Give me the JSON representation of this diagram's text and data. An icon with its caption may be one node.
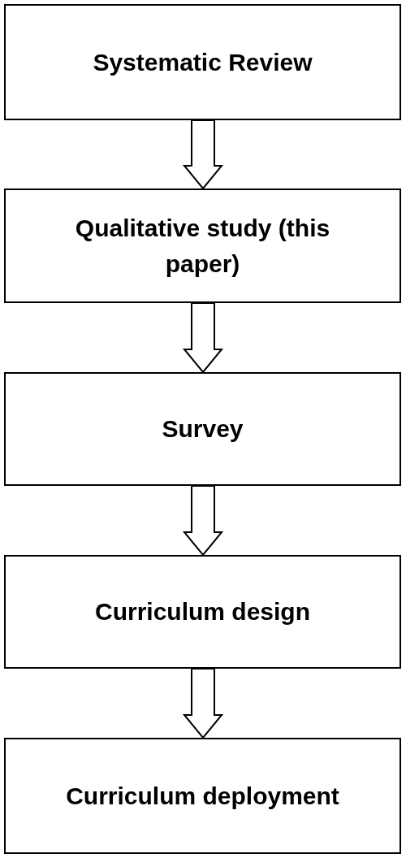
{
  "diagram": {
    "nodes": [
      {
        "text": [
          "Systematic Review"
        ]
      },
      {
        "text": [
          "Qualitative study (this paper)"
        ]
      },
      {
        "text": [
          "Survey"
        ]
      },
      {
        "text": [
          "Curriculum design"
        ]
      },
      {
        "text": [
          "Curriculum deployment"
        ]
      }
    ],
    "edges": [
      {
        "from": 0,
        "to": 1,
        "arrow": "to"
      },
      {
        "from": 1,
        "to": 2,
        "arrow": "to"
      },
      {
        "from": 2,
        "to": 3,
        "arrow": "to"
      },
      {
        "from": 3,
        "to": 4,
        "arrow": "to"
      }
    ]
  }
}
